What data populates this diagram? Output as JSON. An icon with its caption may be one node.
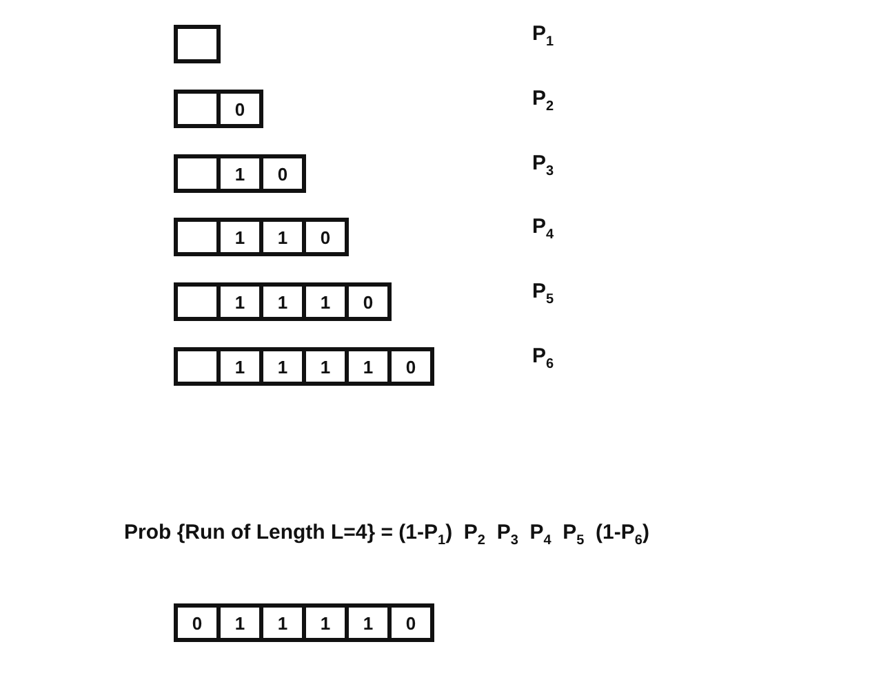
{
  "diagram": {
    "labels": [
      "P$_{1}$",
      "0",
      "P$_{2}$",
      "1",
      "0",
      "P$_{3}$",
      "1",
      "1",
      "0",
      "P$_{4}$",
      "1",
      "1",
      "1",
      "0",
      "P$_{5}$",
      "1",
      "1",
      "1",
      "1",
      "0",
      "P$_{6}$",
      "Prob {Run of Length L=4} = (1-P$_{1}$)  P$_{2}$  P$_{3}$  P$_{4}$  P$_{5}$  (1-P$_{6}$)",
      "0",
      "1",
      "1",
      "1",
      "1",
      "0"
    ]
  }
}
